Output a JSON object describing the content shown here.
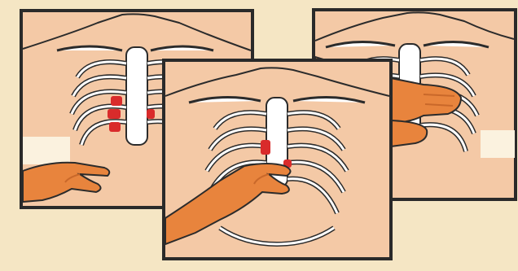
{
  "scene": {
    "description_visible_text": "",
    "panels": [
      {
        "name": "panel-left",
        "subject": "torso-ribcage",
        "highlight": "red-rib-spaces",
        "hand": "lower-left-hand"
      },
      {
        "name": "panel-middle",
        "subject": "torso-ribcage",
        "highlight": "red-sternum-mark",
        "hand": "center-hand"
      },
      {
        "name": "panel-right",
        "subject": "torso-ribcage",
        "highlight": "",
        "hand": "two-hands-on-chest"
      }
    ],
    "colors": {
      "paper": "#f5e6c4",
      "skin": "#f4c9a6",
      "skin_shade": "#e9b58c",
      "bone": "#ffffff",
      "outline": "#2b2b2b",
      "hand": "#e8843d",
      "hand_dark": "#c9682a",
      "highlight_red": "#d92b2b",
      "frame": "#2a2a2a"
    }
  }
}
